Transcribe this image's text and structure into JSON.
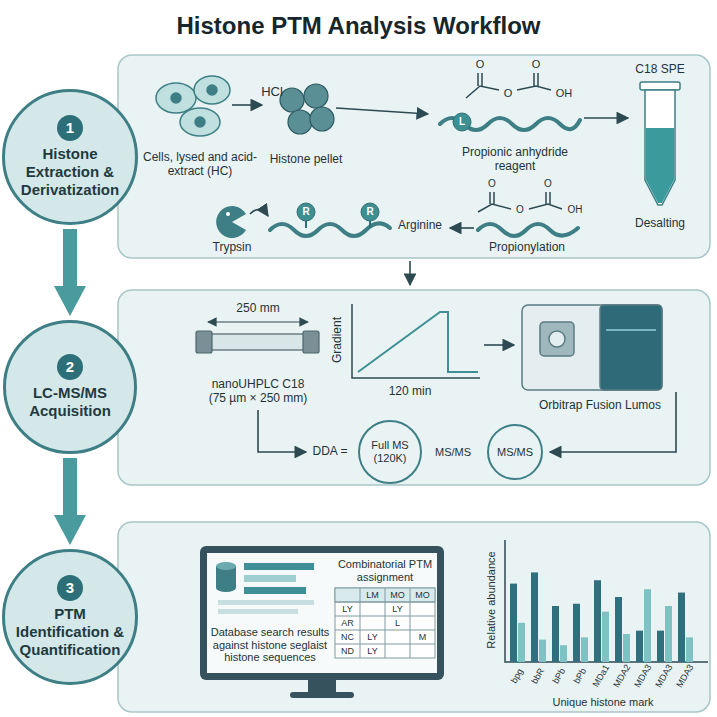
{
  "diagram": {
    "title": "Histone PTM Analysis Workflow",
    "nodes": [
      {
        "text": [
          "1",
          "Histone Extraction & Derivatization"
        ]
      },
      {
        "text": [
          "2",
          "LC-MS/MS Acquisition"
        ]
      },
      {
        "text": [
          "3",
          "PTM Identification & Quantification"
        ]
      },
      {
        "text": [
          "Full MS (120K)"
        ]
      },
      {
        "text": [
          "MS/MS"
        ]
      }
    ],
    "edges": [
      {
        "from": 0,
        "to": 1,
        "arrow": "to"
      },
      {
        "from": 1,
        "to": 2,
        "arrow": "to"
      }
    ],
    "labels": [
      "HCl",
      "Cells, lysed and acid-extract (HC)",
      "Histone pellet",
      "O",
      "O",
      "O",
      "OH",
      "L",
      "Propionic anhydride reagent",
      "C18 SPE",
      "Desalting",
      "R",
      "R",
      "Trypsin",
      "Arginine",
      "O",
      "O",
      "O",
      "OH",
      "Propionylation",
      "250 mm",
      "nanoUHPLC C18 (75 µm × 250 mm)",
      "Gradient",
      "120 min",
      "Orbitrap Fusion Lumos",
      "DDA =",
      "MS/MS",
      "Combinatorial PTM assignment",
      "LM",
      "MO",
      "MO",
      "LY",
      "LY",
      "AR",
      "L",
      "NC",
      "LY",
      "M",
      "ND",
      "LY",
      "Database search results against histone seglaist histone sequences",
      "Relative abundance",
      "Unique histone mark",
      "bpg",
      "bbR",
      "bPb",
      "bPb",
      "MDa1",
      "MDA2",
      "MDA3",
      "MDA3",
      "MDA3"
    ]
  }
}
